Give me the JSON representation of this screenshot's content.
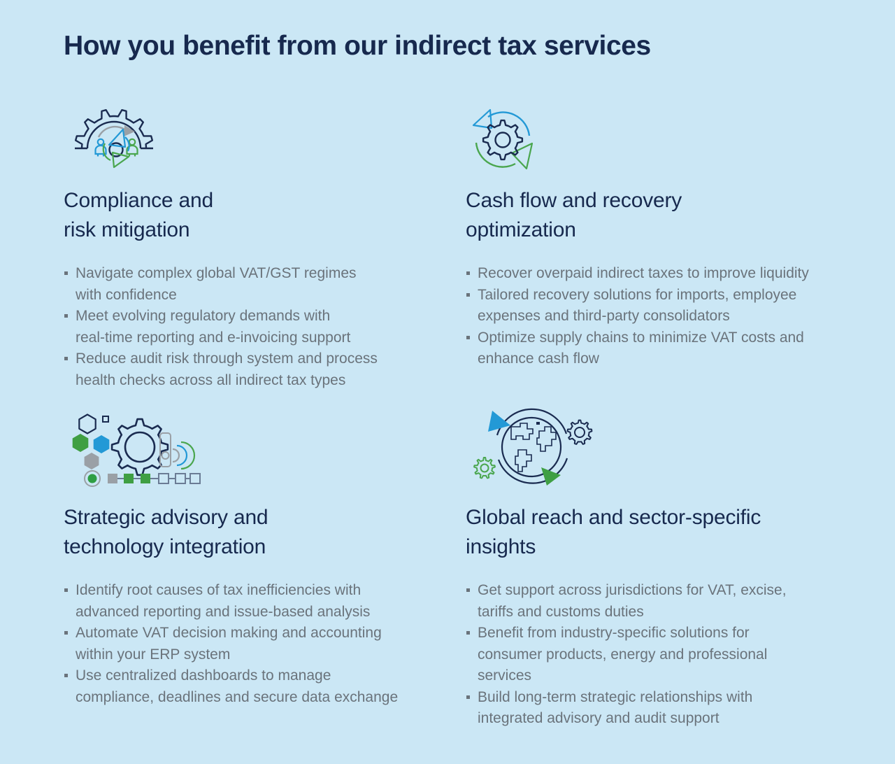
{
  "title": "How you benefit from our indirect tax services",
  "colors": {
    "background": "#cbe7f5",
    "navy": "#1a2b50",
    "text_gray": "#6a737b",
    "blue": "#2399d6",
    "green_fill": "#3f9f43",
    "green_stroke": "#4aa64e",
    "gray": "#9aa0a6"
  },
  "sections": [
    {
      "icon": "gear-people-sync-icon",
      "heading": {
        "line1": "Compliance and",
        "line2": "risk mitigation"
      },
      "bullets": [
        {
          "lines": [
            "Navigate complex global VAT/GST regimes",
            "with confidence"
          ]
        },
        {
          "lines": [
            "Meet evolving regulatory demands with",
            "real-time reporting and e-invoicing support"
          ]
        },
        {
          "lines": [
            "Reduce audit risk through system and process",
            "health checks across all indirect tax types"
          ]
        }
      ]
    },
    {
      "icon": "gear-cycle-arrows-icon",
      "heading": {
        "line1": "Cash flow and recovery",
        "line2": "optimization"
      },
      "bullets": [
        {
          "lines": [
            "Recover overpaid indirect taxes to improve liquidity"
          ]
        },
        {
          "lines": [
            "Tailored recovery solutions for imports, employee",
            "expenses and third-party consolidators"
          ]
        },
        {
          "lines": [
            "Optimize supply chains to minimize VAT costs and",
            "enhance cash flow"
          ]
        }
      ]
    },
    {
      "icon": "hexagons-gear-device-icon",
      "heading": {
        "line1": "Strategic advisory and",
        "line2": "technology integration"
      },
      "bullets": [
        {
          "lines": [
            "Identify root causes of tax inefficiencies with",
            "advanced reporting and issue-based analysis"
          ]
        },
        {
          "lines": [
            "Automate VAT decision making and accounting",
            "within your ERP system"
          ]
        },
        {
          "lines": [
            "Use centralized dashboards to manage",
            "compliance, deadlines and secure data exchange"
          ]
        }
      ]
    },
    {
      "icon": "globe-gears-arrows-icon",
      "heading": {
        "line1": "Global reach and sector-specific",
        "line2": "insights"
      },
      "bullets": [
        {
          "lines": [
            "Get support across jurisdictions for VAT, excise,",
            "tariffs and customs duties"
          ]
        },
        {
          "lines": [
            "Benefit from industry-specific solutions for",
            "consumer products, energy and professional",
            "services"
          ]
        },
        {
          "lines": [
            "Build long-term strategic relationships with",
            "integrated advisory and audit support"
          ]
        }
      ]
    }
  ]
}
